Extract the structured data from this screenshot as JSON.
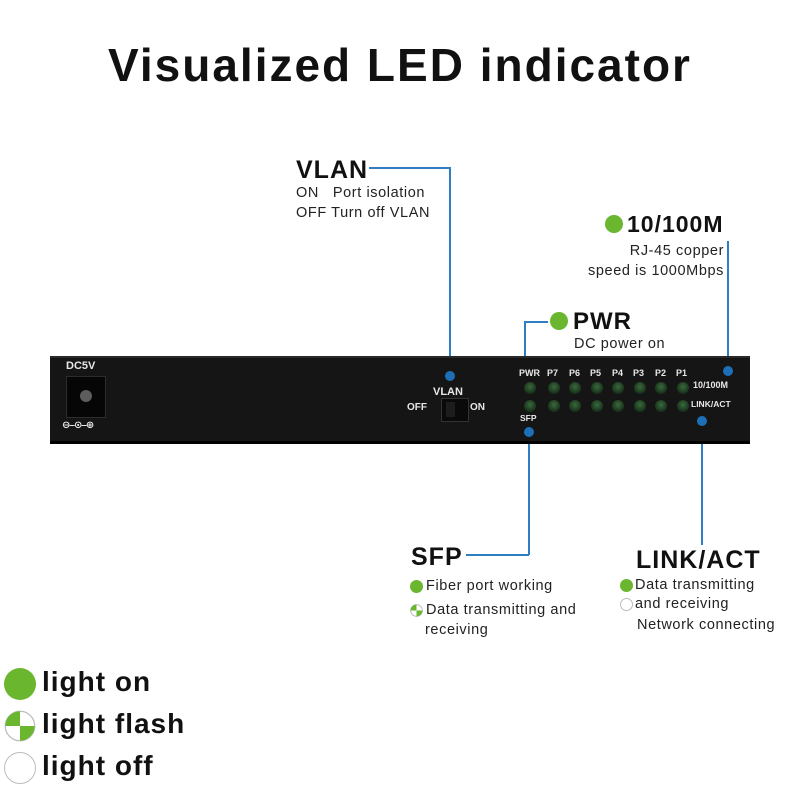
{
  "title": "Visualized LED indicator",
  "colors": {
    "led_green": "#6ab72f",
    "callout_line": "#2d7fc1",
    "callout_dot": "#1d6fb8",
    "device": "#151515"
  },
  "vlan": {
    "heading": "VLAN",
    "line1": "ON   Port isolation",
    "line2": "OFF Turn off VLAN"
  },
  "speed": {
    "heading": "10/100M",
    "line1": "RJ-45 copper",
    "line2": "speed is 1000Mbps"
  },
  "pwr": {
    "heading": "PWR",
    "line1": "DC power on"
  },
  "sfp": {
    "heading": "SFP",
    "item1": "Fiber port working",
    "item2a": "Data transmitting and",
    "item2b": "receiving"
  },
  "link": {
    "heading": "LINK/ACT",
    "item1": "Data transmitting",
    "item2": "and receiving",
    "item3": "Network connecting"
  },
  "device": {
    "power_label": "DC5V",
    "vlan_label": "VLAN",
    "off_label": "OFF",
    "on_label": "ON",
    "pwr_label": "PWR",
    "sfp_label": "SFP",
    "ports": [
      "P7",
      "P6",
      "P5",
      "P4",
      "P3",
      "P2",
      "P1"
    ],
    "speed_label": "10/100M",
    "link_label": "LINK/ACT",
    "polarity": "⊖–⊙–⊕"
  },
  "legend": {
    "on": "light on",
    "flash": "light flash",
    "off": "light off"
  }
}
